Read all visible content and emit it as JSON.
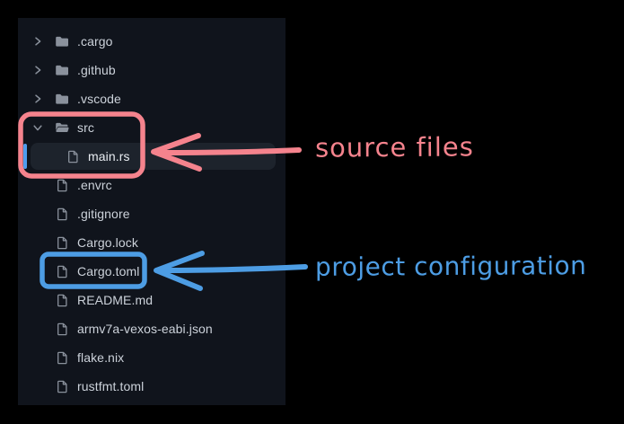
{
  "colors": {
    "background": "#000000",
    "panel_bg": "#10141c",
    "row_highlight": "#1d232c",
    "active_indicator": "#4f9ced",
    "tree_text": "#ccd2da",
    "icon_gray": "#8a919c",
    "annotation_pink": "#f5838d",
    "annotation_blue": "#4d9de4"
  },
  "file_tree": {
    "items": [
      {
        "label": ".cargo",
        "type": "folder",
        "state": "collapsed",
        "level": 0,
        "icon": "folder-icon",
        "selected": false
      },
      {
        "label": ".github",
        "type": "folder",
        "state": "collapsed",
        "level": 0,
        "icon": "folder-icon",
        "selected": false
      },
      {
        "label": ".vscode",
        "type": "folder",
        "state": "collapsed",
        "level": 0,
        "icon": "folder-icon",
        "selected": false
      },
      {
        "label": "src",
        "type": "folder",
        "state": "expanded",
        "level": 0,
        "icon": "folder-open-icon",
        "selected": false
      },
      {
        "label": "main.rs",
        "type": "file",
        "state": "none",
        "level": 1,
        "icon": "file-icon",
        "selected": true
      },
      {
        "label": ".envrc",
        "type": "file",
        "state": "none",
        "level": 0,
        "icon": "file-icon",
        "selected": false
      },
      {
        "label": ".gitignore",
        "type": "file",
        "state": "none",
        "level": 0,
        "icon": "file-icon",
        "selected": false
      },
      {
        "label": "Cargo.lock",
        "type": "file",
        "state": "none",
        "level": 0,
        "icon": "file-icon",
        "selected": false
      },
      {
        "label": "Cargo.toml",
        "type": "file",
        "state": "none",
        "level": 0,
        "icon": "file-icon",
        "selected": false
      },
      {
        "label": "README.md",
        "type": "file",
        "state": "none",
        "level": 0,
        "icon": "file-icon",
        "selected": false
      },
      {
        "label": "armv7a-vexos-eabi.json",
        "type": "file",
        "state": "none",
        "level": 0,
        "icon": "file-icon",
        "selected": false
      },
      {
        "label": "flake.nix",
        "type": "file",
        "state": "none",
        "level": 0,
        "icon": "file-icon",
        "selected": false
      },
      {
        "label": "rustfmt.toml",
        "type": "file",
        "state": "none",
        "level": 0,
        "icon": "file-icon",
        "selected": false
      }
    ]
  },
  "annotations": {
    "source_label": "source files",
    "config_label": "project configuration"
  }
}
